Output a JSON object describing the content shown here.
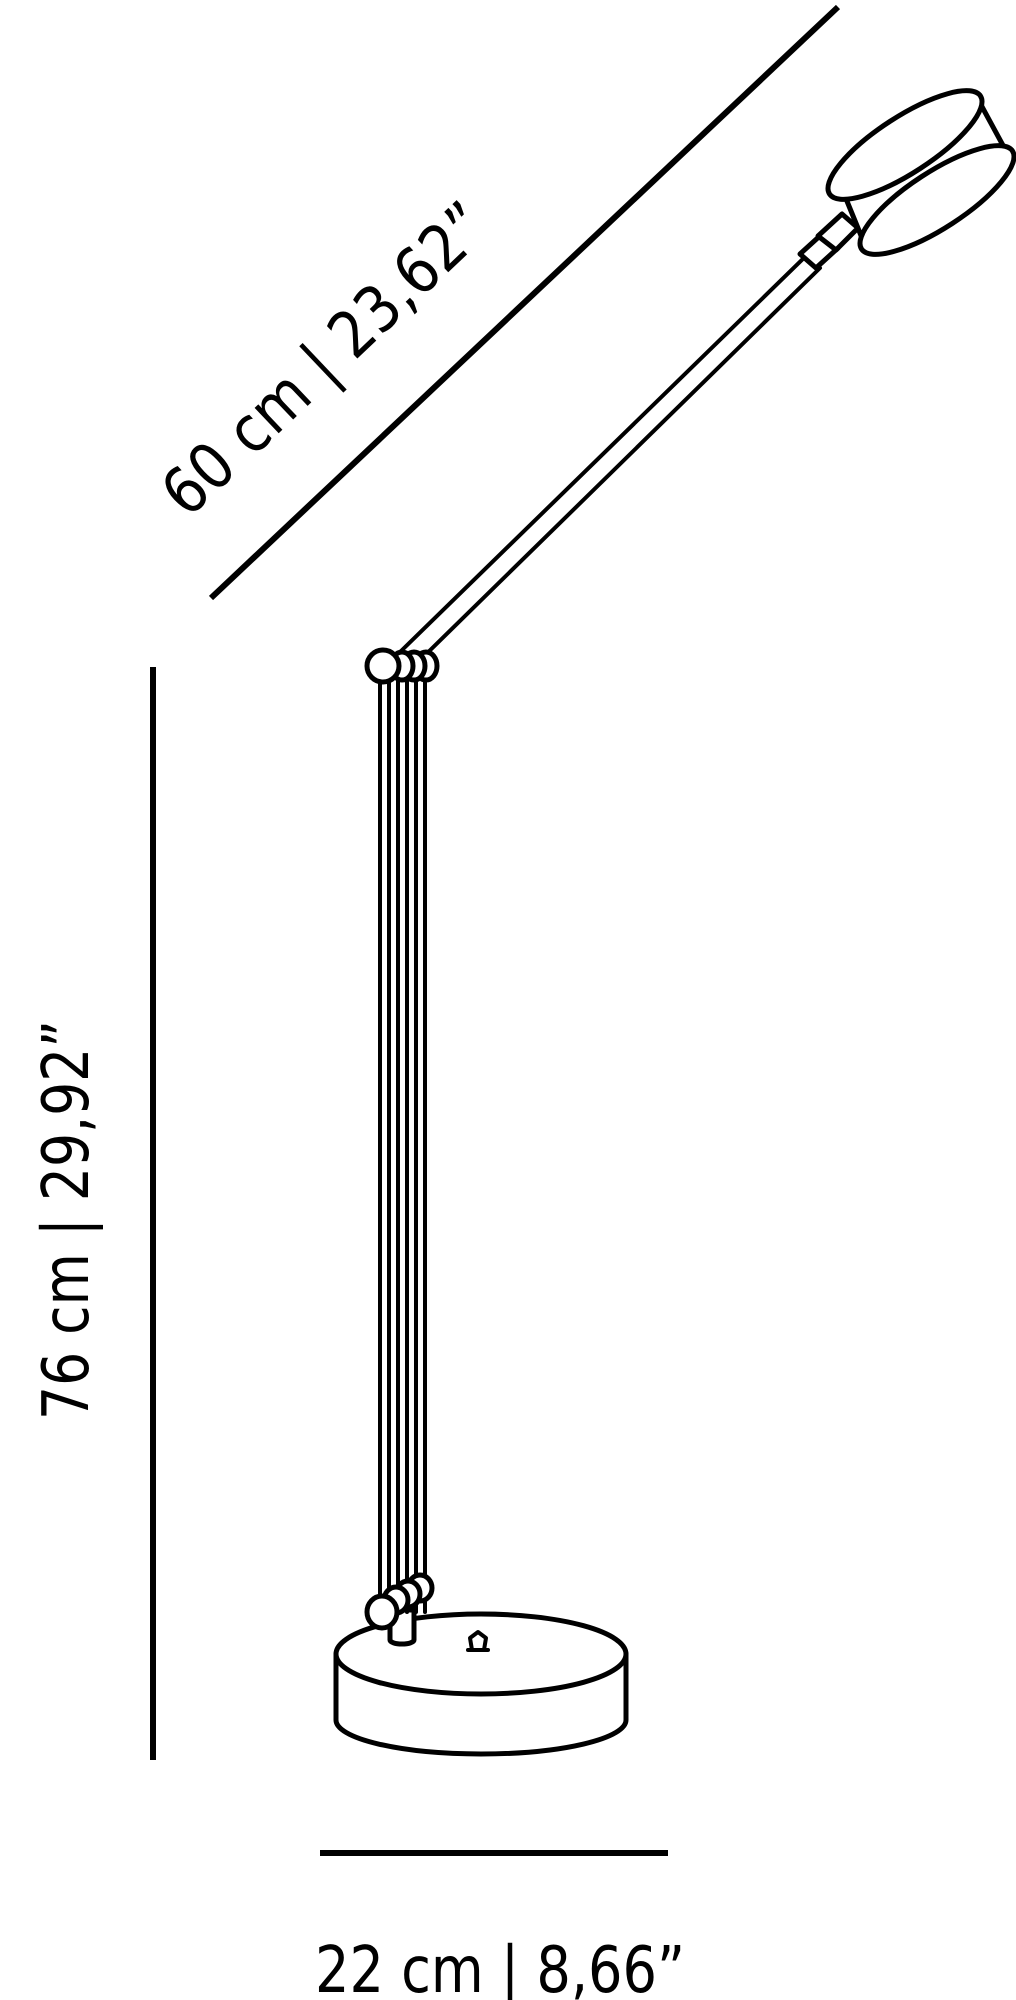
{
  "dimensions": {
    "arm_length": "60 cm | 23,62”",
    "height": "76 cm | 29,92”",
    "base_diameter": "22 cm | 8,66”"
  },
  "colors": {
    "line": "#000000",
    "background": "#ffffff"
  }
}
